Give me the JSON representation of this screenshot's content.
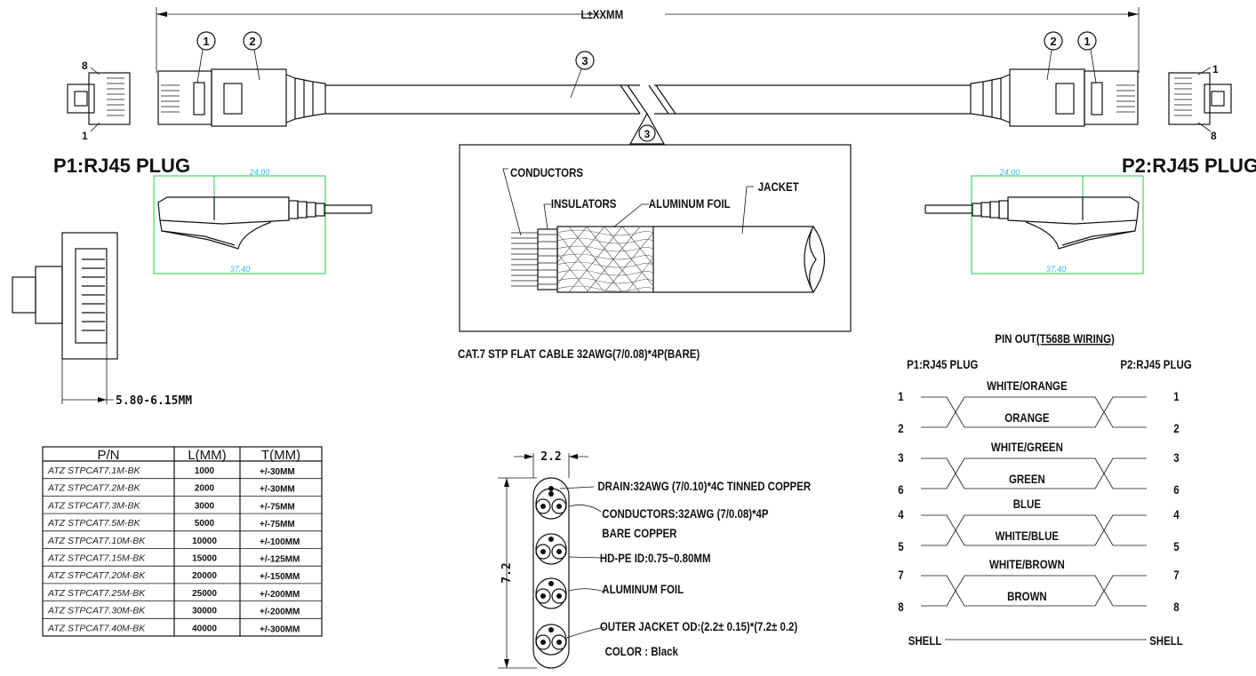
{
  "length_label": "L±XXMM",
  "callouts": {
    "n1": "1",
    "n2": "2",
    "n3": "3"
  },
  "plug_left": {
    "title": "P1:RJ45 PLUG",
    "pin_top": "8",
    "pin_bottom": "1"
  },
  "plug_right": {
    "title": "P2:RJ45 PLUG",
    "pin_top": "1",
    "pin_bottom": "8"
  },
  "side_dims": {
    "top": "24.00",
    "bottom": "37.40"
  },
  "front_dim": "5.80-6.15MM",
  "cable_detail": {
    "conductors": "CONDUCTORS",
    "insulators": "INSULATORS",
    "foil": "ALUMINUM FOIL",
    "jacket": "JACKET",
    "caption": "CAT.7 STP FLAT CABLE 32AWG(7/0.08)*4P(BARE)"
  },
  "cross_section": {
    "width": "2.2",
    "height": "7.2",
    "drain": "DRAIN:32AWG (7/0.10)*4C TINNED COPPER",
    "conductors_line1": "CONDUCTORS:32AWG (7/0.08)*4P",
    "conductors_line2": "BARE COPPER",
    "hdpe": "HD-PE ID:0.75~0.80MM",
    "foil": "ALUMINUM FOIL",
    "outer": "OUTER JACKET OD:(2.2± 0.15)*(7.2± 0.2)",
    "color": "COLOR : Black"
  },
  "table": {
    "headers": [
      "P/N",
      "L(MM)",
      "T(MM)"
    ],
    "rows": [
      [
        "ATZ STPCAT7.1M-BK",
        "1000",
        "+/-30MM"
      ],
      [
        "ATZ STPCAT7.2M-BK",
        "2000",
        "+/-30MM"
      ],
      [
        "ATZ STPCAT7.3M-BK",
        "3000",
        "+/-75MM"
      ],
      [
        "ATZ STPCAT7.5M-BK",
        "5000",
        "+/-75MM"
      ],
      [
        "ATZ STPCAT7.10M-BK",
        "10000",
        "+/-100MM"
      ],
      [
        "ATZ STPCAT7.15M-BK",
        "15000",
        "+/-125MM"
      ],
      [
        "ATZ STPCAT7.20M-BK",
        "20000",
        "+/-150MM"
      ],
      [
        "ATZ STPCAT7.25M-BK",
        "25000",
        "+/-200MM"
      ],
      [
        "ATZ STPCAT7.30M-BK",
        "30000",
        "+/-200MM"
      ],
      [
        "ATZ STPCAT7.40M-BK",
        "40000",
        "+/-300MM"
      ]
    ]
  },
  "pinout": {
    "title_prefix": "PIN OUT",
    "title_underlined": "(T568B WIRING)",
    "left_header": "P1:RJ45 PLUG",
    "right_header": "P2:RJ45 PLUG",
    "pairs": [
      {
        "pins": [
          "1",
          "2"
        ],
        "top_wire": "WHITE/ORANGE",
        "bottom_wire": "ORANGE"
      },
      {
        "pins": [
          "3",
          "6"
        ],
        "top_wire": "WHITE/GREEN",
        "bottom_wire": "GREEN"
      },
      {
        "pins": [
          "4",
          "5"
        ],
        "top_wire": "BLUE",
        "bottom_wire": "WHITE/BLUE"
      },
      {
        "pins": [
          "7",
          "8"
        ],
        "top_wire": "WHITE/BROWN",
        "bottom_wire": "BROWN"
      }
    ],
    "shell_left": "SHELL",
    "shell_right": "SHELL"
  }
}
